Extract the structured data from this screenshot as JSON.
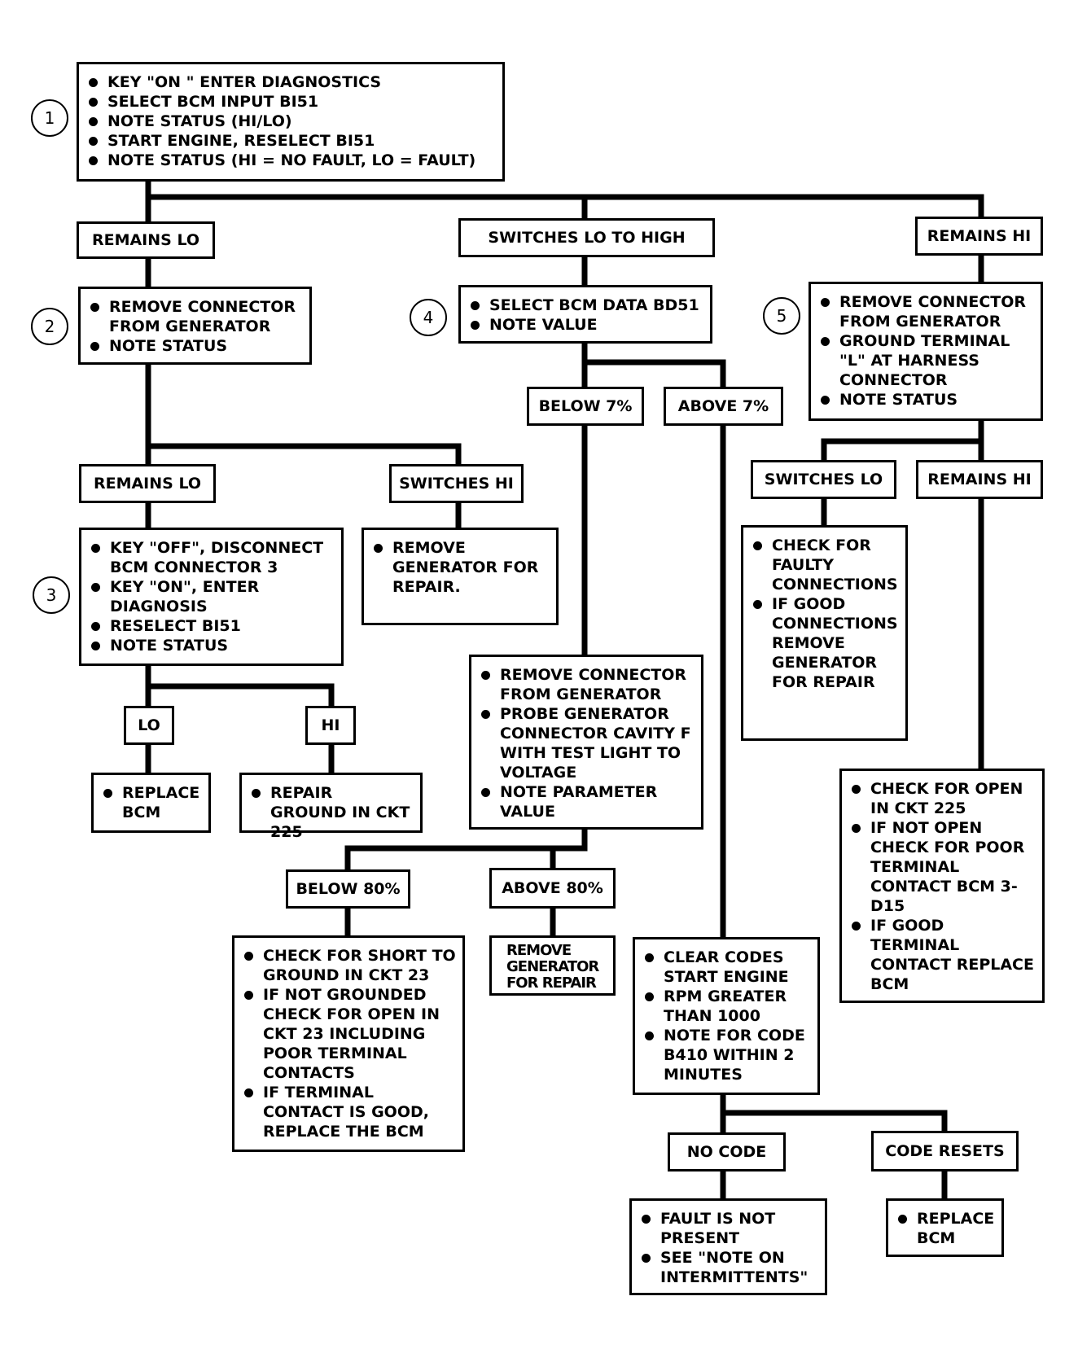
{
  "steps": [
    "1",
    "2",
    "3",
    "4",
    "5"
  ],
  "box1": [
    "KEY \"ON \" ENTER DIAGNOSTICS",
    "SELECT BCM INPUT BI51",
    "NOTE STATUS (HI/LO)",
    "START ENGINE, RESELECT BI51",
    "NOTE STATUS (HI = NO FAULT, LO = FAULT)"
  ],
  "box2": [
    "REMOVE CONNECTOR FROM GENERATOR",
    "NOTE STATUS"
  ],
  "box3": [
    "KEY \"OFF\", DISCONNECT BCM CONNECTOR 3",
    "KEY \"ON\", ENTER DIAGNOSIS",
    "RESELECT BI51",
    "NOTE STATUS"
  ],
  "box_remove_gen": [
    "REMOVE GENERATOR FOR REPAIR."
  ],
  "box_replace_bcm_a": [
    "REPLACE BCM"
  ],
  "box_repair_ground": [
    "REPAIR GROUND IN CKT 225"
  ],
  "box4": [
    "SELECT BCM DATA BD51",
    "NOTE VALUE"
  ],
  "box_probe": [
    "REMOVE CONNECTOR FROM GENERATOR",
    "PROBE GENERATOR CONNECTOR CAVITY F WITH TEST LIGHT TO VOLTAGE",
    "NOTE PARAMETER VALUE"
  ],
  "box_short": [
    "CHECK FOR SHORT TO GROUND IN CKT 23",
    "IF NOT GROUNDED CHECK FOR OPEN IN CKT 23 INCLUDING POOR TERMINAL CONTACTS",
    "IF TERMINAL CONTACT IS GOOD, REPLACE THE BCM"
  ],
  "box_remove_gen_b": "REMOVE GENERATOR FOR REPAIR",
  "box_clear": [
    "CLEAR CODES START ENGINE",
    "RPM GREATER THAN 1000",
    "NOTE FOR CODE B410 WITHIN 2 MINUTES"
  ],
  "box_fault": [
    "FAULT IS NOT PRESENT",
    "SEE \"NOTE ON INTERMITTENTS\""
  ],
  "box_replace_bcm_b": [
    "REPLACE BCM"
  ],
  "box5": [
    "REMOVE CONNECTOR FROM GENERATOR",
    "GROUND TERMINAL \"L\" AT HARNESS CONNECTOR",
    "NOTE STATUS"
  ],
  "box_faulty": [
    "CHECK FOR FAULTY CONNECTIONS",
    "IF GOOD CONNECTIONS REMOVE GENERATOR FOR REPAIR"
  ],
  "box_open": [
    "CHECK FOR OPEN IN CKT 225",
    "IF NOT OPEN CHECK FOR POOR TERMINAL CONTACT BCM 3-D15",
    "IF GOOD TERMINAL CONTACT REPLACE BCM"
  ],
  "labels": {
    "remains_lo": "REMAINS LO",
    "switches_lo_high": "SWITCHES LO TO HIGH",
    "remains_hi": "REMAINS HI",
    "remains_lo_2": "REMAINS LO",
    "switches_hi": "SWITCHES HI",
    "lo": "LO",
    "hi": "HI",
    "below_7": "BELOW 7%",
    "above_7": "ABOVE 7%",
    "below_80": "BELOW 80%",
    "above_80": "ABOVE 80%",
    "no_code": "NO CODE",
    "code_resets": "CODE RESETS",
    "switches_lo": "SWITCHES  LO",
    "remains_hi_2": "REMAINS HI"
  }
}
